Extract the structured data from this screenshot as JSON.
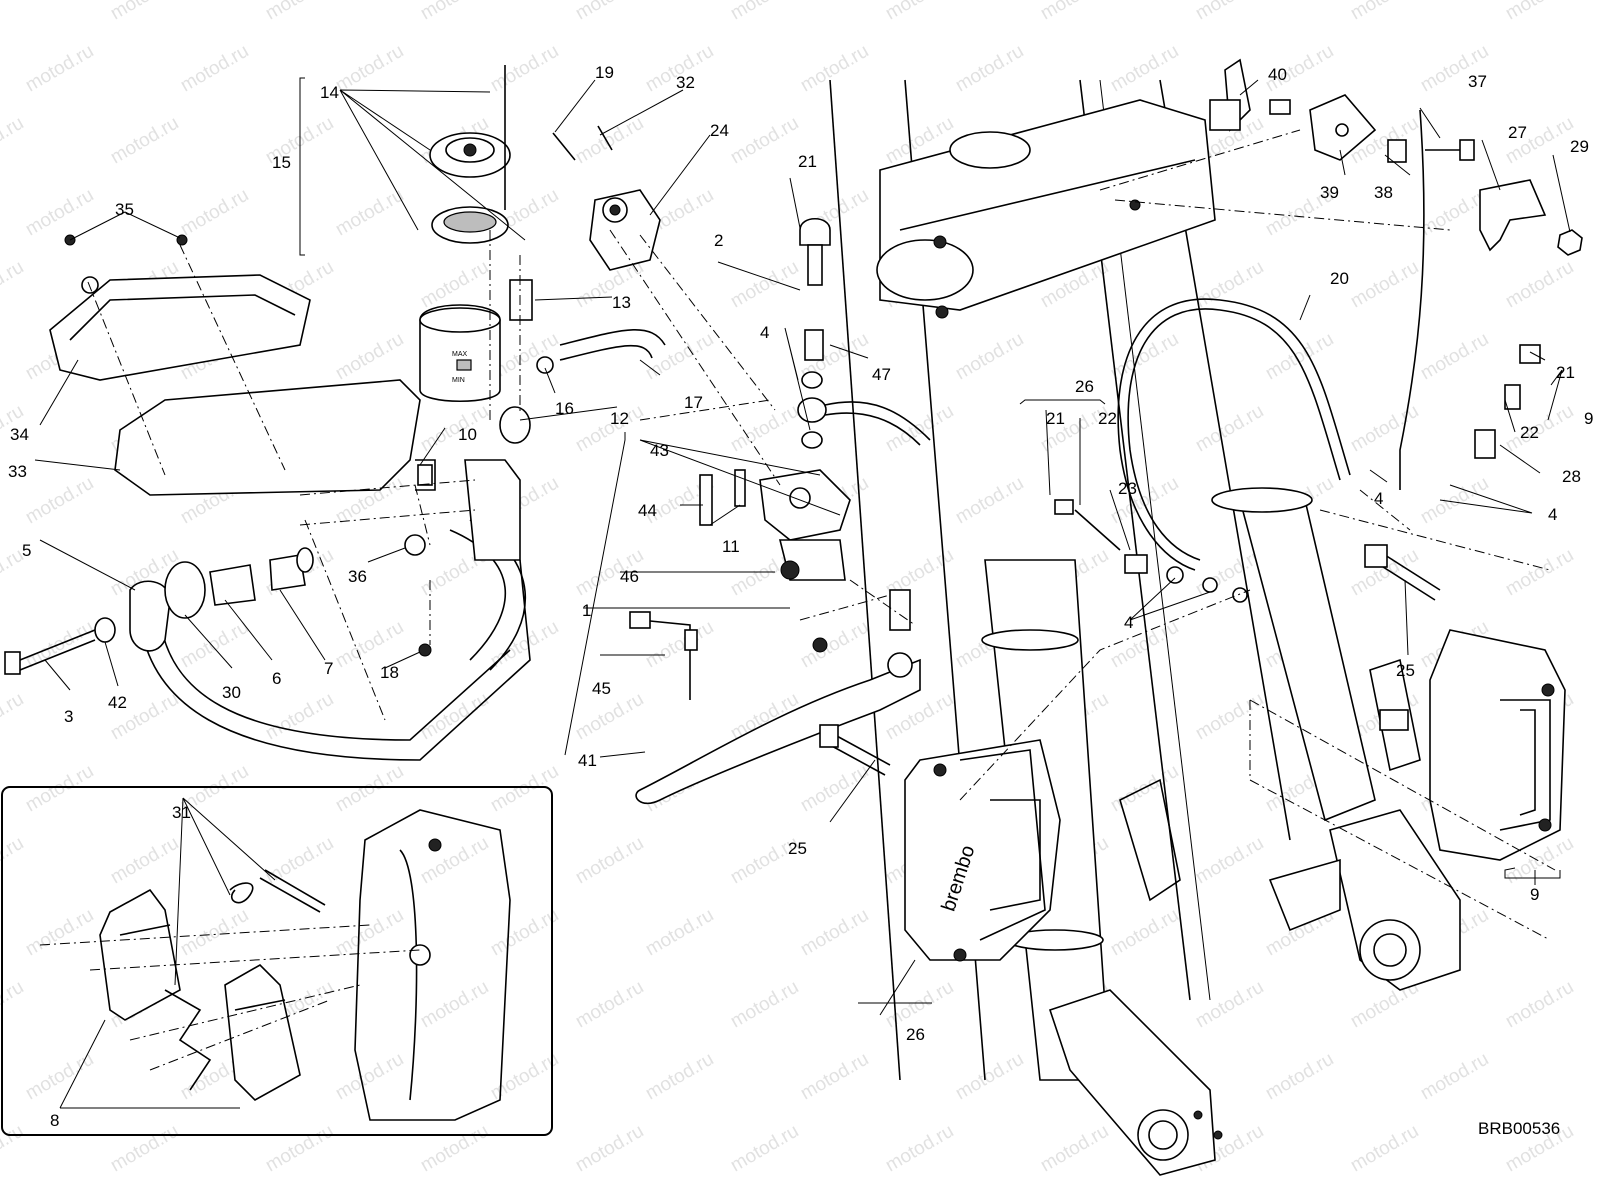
{
  "diagram": {
    "drawing_code": "BRB00536",
    "watermark": "motod.ru",
    "callouts": {
      "n1": "1",
      "n2": "2",
      "n3": "3",
      "n4": "4",
      "n5": "5",
      "n6": "6",
      "n7": "7",
      "n8": "8",
      "n9": "9",
      "n10": "10",
      "n11": "11",
      "n12": "12",
      "n13": "13",
      "n14": "14",
      "n15": "15",
      "n16": "16",
      "n17": "17",
      "n18": "18",
      "n19": "19",
      "n20": "20",
      "n21": "21",
      "n22": "22",
      "n23": "23",
      "n24": "24",
      "n25": "25",
      "n26": "26",
      "n27": "27",
      "n28": "28",
      "n29": "29",
      "n30": "30",
      "n31": "31",
      "n32": "32",
      "n33": "33",
      "n34": "34",
      "n35": "35",
      "n36": "36",
      "n37": "37",
      "n38": "38",
      "n39": "39",
      "n40": "40",
      "n41": "41",
      "n42": "42",
      "n43": "43",
      "n44": "44",
      "n45": "45",
      "n46": "46",
      "n47": "47"
    },
    "caliper_brand": "brembo",
    "reservoir_marks": {
      "max": "MAX",
      "min": "MIN"
    }
  }
}
